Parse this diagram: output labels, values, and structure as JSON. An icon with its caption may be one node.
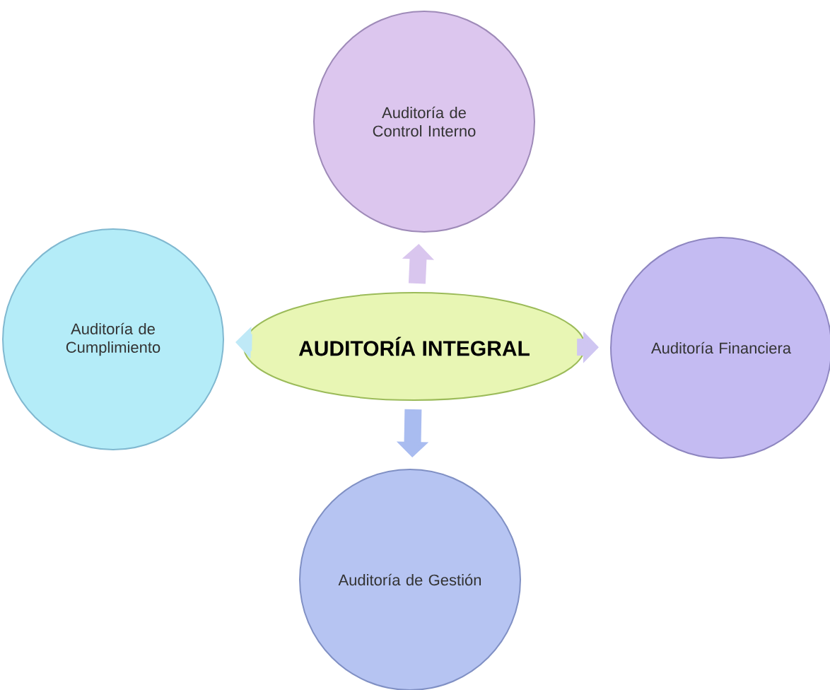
{
  "diagram": {
    "nodes": [
      {
        "text": [
          "AUDITORÍA INTEGRAL"
        ]
      },
      {
        "text": [
          "Auditoría de Control Interno"
        ]
      },
      {
        "text": [
          "Auditoría Financiera"
        ]
      },
      {
        "text": [
          "Auditoría de Gestión"
        ]
      },
      {
        "text": [
          "Auditoría de Cumplimiento"
        ]
      }
    ],
    "edges": [
      {
        "from": 0,
        "to": 1,
        "arrow": "to",
        "color": "#d9c6ee"
      },
      {
        "from": 0,
        "to": 2,
        "arrow": "to",
        "color": "#cfc6f2"
      },
      {
        "from": 0,
        "to": 3,
        "arrow": "to",
        "color": "#a9bcf0"
      },
      {
        "from": 0,
        "to": 4,
        "arrow": "to",
        "color": "#bfe9f7"
      }
    ]
  }
}
